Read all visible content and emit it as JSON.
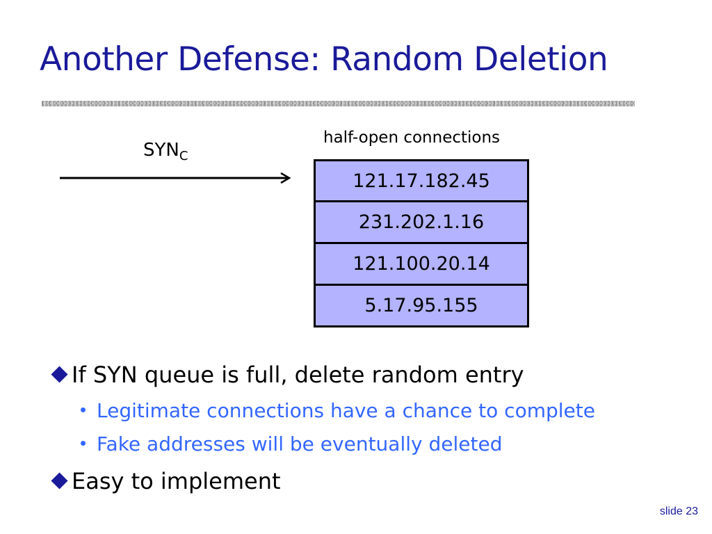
{
  "slide": {
    "title": "Another Defense: Random Deletion",
    "number_label": "slide 23"
  },
  "diagram": {
    "syn_label": "SYN",
    "syn_subscript": "C",
    "queue_caption": "half-open connections",
    "queue_entries": [
      "121.17.182.45",
      "231.202.1.16",
      "121.100.20.14",
      "5.17.95.155"
    ],
    "queue_fill_color": "#b3b3ff"
  },
  "bullets": [
    {
      "text": "If SYN queue is full, delete random entry",
      "sub": [
        "Legitimate connections have a chance to complete",
        "Fake addresses will be eventually deleted"
      ]
    },
    {
      "text": "Easy to implement",
      "sub": []
    }
  ],
  "colors": {
    "title": "#1a1a9a",
    "sub_bullet": "#3366ff"
  }
}
